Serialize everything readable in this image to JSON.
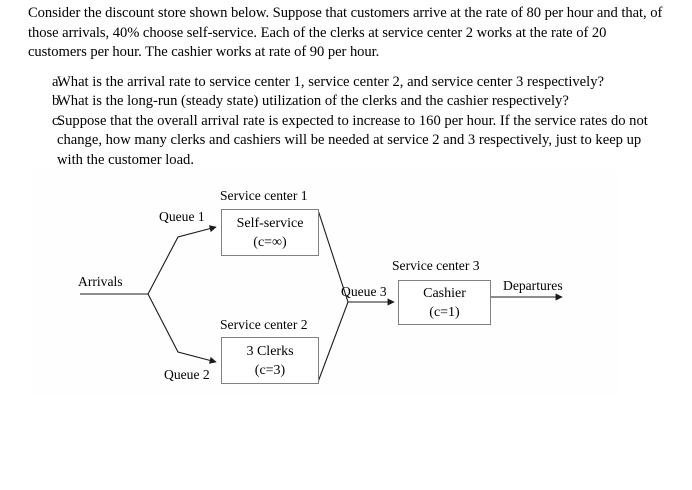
{
  "problem": {
    "intro": "Consider the discount store shown below. Suppose that customers arrive at the rate of 80 per hour and that, of those arrivals, 40% choose self-service. Each of the clerks at service center 2 works at the rate of 20 customers per hour. The cashier works at rate of 90 per hour.",
    "questions": [
      {
        "marker": "a.",
        "text": "What is the arrival rate to service center 1, service center 2, and service center 3 respectively?"
      },
      {
        "marker": "b.",
        "text": "What is the long-run (steady state) utilization of the clerks and the cashier respectively?"
      },
      {
        "marker": "c.",
        "text": "Suppose that the overall arrival rate is expected to increase to 160 per hour. If the service rates do not change, how many clerks and cashiers will be needed at service 2 and 3 respectively, just to keep up with the customer load."
      }
    ]
  },
  "diagram": {
    "arrivals_label": "Arrivals",
    "departures_label": "Departures",
    "queues": [
      {
        "label": "Queue 1"
      },
      {
        "label": "Queue 2"
      },
      {
        "label": "Queue 3"
      }
    ],
    "service_centers": [
      {
        "title": "Service center 1",
        "name": "Self-service",
        "capacity": "(c=∞)"
      },
      {
        "title": "Service center 2",
        "name": "3 Clerks",
        "capacity": "(c=3)"
      },
      {
        "title": "Service center 3",
        "name": "Cashier",
        "capacity": "(c=1)"
      }
    ],
    "colors": {
      "line": "#1a1a1a",
      "box_border": "#808080",
      "text": "#000000",
      "panel_background": "#fefeff"
    }
  }
}
